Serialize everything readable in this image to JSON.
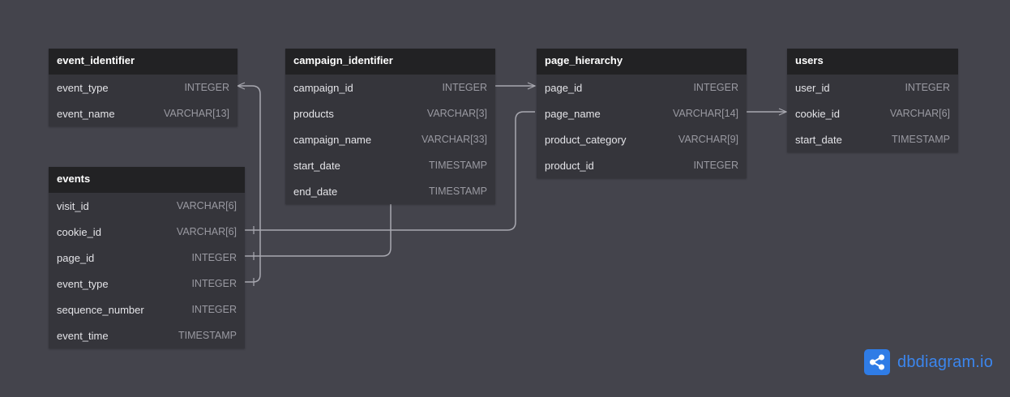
{
  "tables": [
    {
      "id": "event_identifier",
      "name": "event_identifier",
      "columns": [
        {
          "name": "event_type",
          "type": "INTEGER"
        },
        {
          "name": "event_name",
          "type": "VARCHAR[13]"
        }
      ]
    },
    {
      "id": "campaign_identifier",
      "name": "campaign_identifier",
      "columns": [
        {
          "name": "campaign_id",
          "type": "INTEGER"
        },
        {
          "name": "products",
          "type": "VARCHAR[3]"
        },
        {
          "name": "campaign_name",
          "type": "VARCHAR[33]"
        },
        {
          "name": "start_date",
          "type": "TIMESTAMP"
        },
        {
          "name": "end_date",
          "type": "TIMESTAMP"
        }
      ]
    },
    {
      "id": "page_hierarchy",
      "name": "page_hierarchy",
      "columns": [
        {
          "name": "page_id",
          "type": "INTEGER"
        },
        {
          "name": "page_name",
          "type": "VARCHAR[14]"
        },
        {
          "name": "product_category",
          "type": "VARCHAR[9]"
        },
        {
          "name": "product_id",
          "type": "INTEGER"
        }
      ]
    },
    {
      "id": "users",
      "name": "users",
      "columns": [
        {
          "name": "user_id",
          "type": "INTEGER"
        },
        {
          "name": "cookie_id",
          "type": "VARCHAR[6]"
        },
        {
          "name": "start_date",
          "type": "TIMESTAMP"
        }
      ]
    },
    {
      "id": "events",
      "name": "events",
      "columns": [
        {
          "name": "visit_id",
          "type": "VARCHAR[6]"
        },
        {
          "name": "cookie_id",
          "type": "VARCHAR[6]"
        },
        {
          "name": "page_id",
          "type": "INTEGER"
        },
        {
          "name": "event_type",
          "type": "INTEGER"
        },
        {
          "name": "sequence_number",
          "type": "INTEGER"
        },
        {
          "name": "event_time",
          "type": "TIMESTAMP"
        }
      ]
    }
  ],
  "relationships": [
    {
      "from": "events.cookie_id",
      "to": "users.cookie_id"
    },
    {
      "from": "events.page_id",
      "to": "page_hierarchy.page_id"
    },
    {
      "from": "events.event_type",
      "to": "event_identifier.event_type"
    },
    {
      "from": "page_hierarchy.page_id",
      "to": "campaign_identifier.campaign_id"
    }
  ],
  "brand": {
    "name": "dbdiagram.io"
  },
  "colors": {
    "canvas": "#44444c",
    "table_header": "#222224",
    "table_body": "#35353b",
    "link_line": "#a8a8b0",
    "brand": "#2f7ce6"
  }
}
